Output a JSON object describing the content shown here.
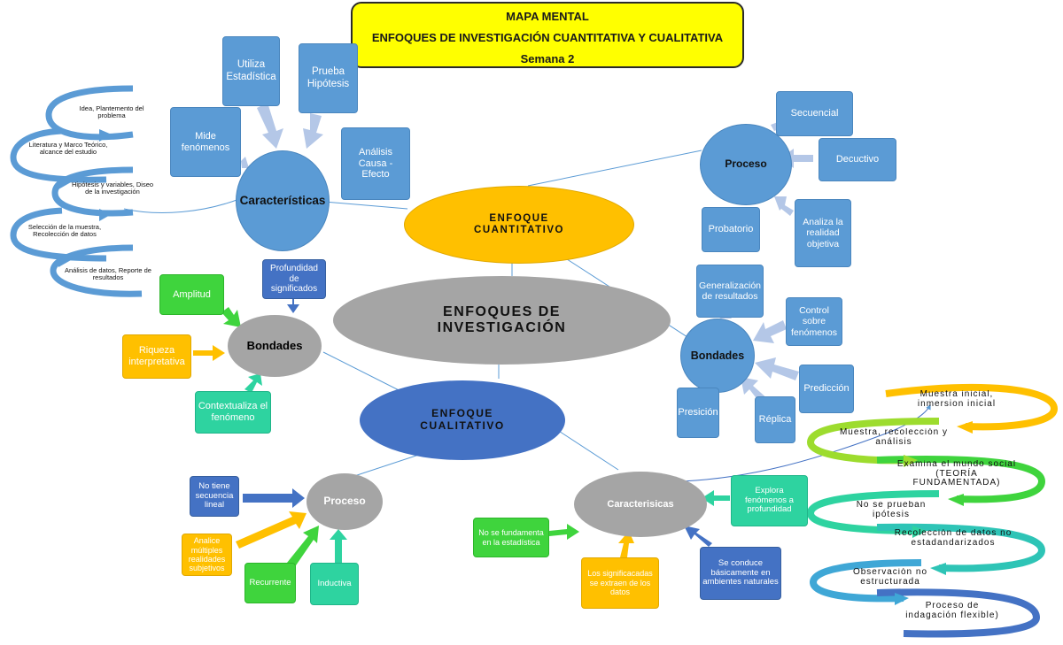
{
  "colors": {
    "yellow": "#ffff00",
    "blue": "#5b9bd5",
    "dark_blue": "#4472c4",
    "gray": "#a5a5a5",
    "orange": "#ffc000",
    "green": "#3fd43d",
    "teal": "#2ed3a0",
    "light_arrow": "#b4c7e7",
    "chartreuse": "#9ddc2e"
  },
  "header": {
    "line1": "MAPA MENTAL",
    "line2": "ENFOQUES DE INVESTIGACIÓN CUANTITATIVA Y CUALITATIVA",
    "line3": "Semana 2"
  },
  "center": {
    "line1": "ENFOQUES DE",
    "line2": "INVESTIGACIÓN"
  },
  "cuantitativo": {
    "title_line1": "ENFOQUE",
    "title_line2": "CUANTITATIVO",
    "caracteristicas": {
      "label": "Características",
      "items": [
        "Utiliza Estadística",
        "Prueba Hipótesis",
        "Mide fenómenos",
        "Análisis Causa - Efecto"
      ],
      "cycle": [
        "Idea, Plantemento del problema",
        "Literatura y Marco Teórico, alcance del estudio",
        "Hipótesis y variables, Diseo de la investigación",
        "Selección de la muestra, Recolección de datos",
        "Análisis de datos, Reporte de resultados"
      ]
    },
    "proceso": {
      "label": "Proceso",
      "items": [
        "Secuencial",
        "Decuctivo",
        "Probatorio",
        "Analiza la realidad objetiva"
      ]
    },
    "bondades": {
      "label": "Bondades",
      "items": [
        "Generalización de resultados",
        "Control sobre fenómenos",
        "Predicción",
        "Réplica",
        "Presición"
      ]
    }
  },
  "cualitativo": {
    "title_line1": "ENFOQUE",
    "title_line2": "CUALITATIVO",
    "bondades": {
      "label": "Bondades",
      "items": [
        "Profundidad de significados",
        "Amplitud",
        "Riqueza interpretativa",
        "Contextualiza el fenómeno"
      ]
    },
    "proceso": {
      "label": "Proceso",
      "items": [
        "No tiene secuencia lineal",
        "Analice múltiples realidades subjetivos",
        "Recurrente",
        "Inductiva"
      ]
    },
    "caracteristicas": {
      "label": "Caracterisicas",
      "items": [
        "No se fundamenta en la estadística",
        "Los significacadas se extraen de los datos",
        "Se conduce básicamente en ambientes naturales",
        "Explora fenómenos a profundidad"
      ],
      "cycle": [
        "Muestra inicial, inmersion inicial",
        "Muestra, recolección y análisis",
        "Examina el mundo social (TEORÍA FUNDAMENTADA)",
        "No se prueban ipótesis",
        "Recolección de datos no estadandarizados",
        "Observación no estructurada",
        "Proceso de indagación flexible)"
      ]
    }
  }
}
